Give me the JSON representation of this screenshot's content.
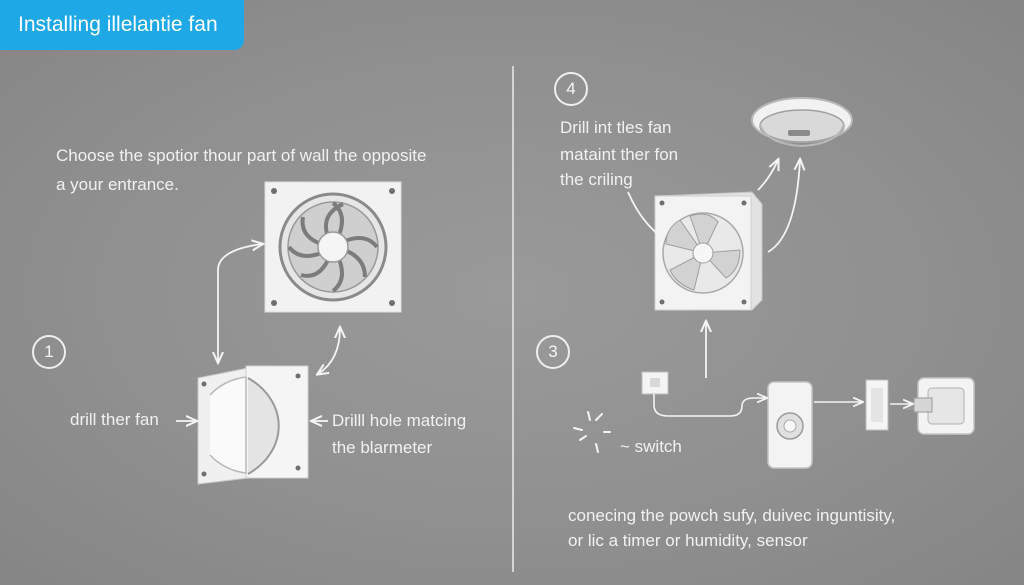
{
  "title": "Installing illelantie fan",
  "steps": {
    "one": "1",
    "three": "3",
    "four": "4"
  },
  "labels": {
    "choose_line1": "Choose the spotior thour part of wall the opposite",
    "choose_line2": "a your entrance.",
    "drill_fan": "drill ther fan",
    "drill_hole_line1": "Drilll hole matcing",
    "drill_hole_line2": "the blarmeter",
    "drill_ceiling_line1": "Drill int tles fan",
    "drill_ceiling_line2": "mataint ther fon",
    "drill_ceiling_line3": "the criling",
    "switch": "~ switch",
    "connect_line1": "conecing the powch sufy, duivec inguntisity,",
    "connect_line2": "or lic a timer or humidity, sensor"
  },
  "colors": {
    "badge": "#1ea8e6",
    "background": "#909090",
    "line": "#f4f4f4"
  },
  "icons": [
    "fan-grille-icon",
    "wall-plate-icon",
    "ceiling-fan-icon",
    "ceiling-ring-icon",
    "power-plug-icon",
    "wall-switch-icon",
    "controller-icon",
    "socket-icon",
    "sparkle-icon"
  ]
}
